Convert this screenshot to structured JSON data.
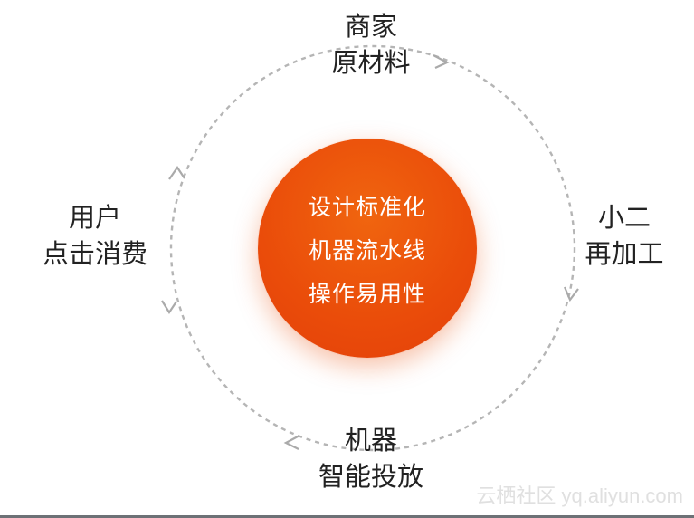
{
  "nodes": {
    "top": {
      "line1": "商家",
      "line2": "原材料"
    },
    "right": {
      "line1": "小二",
      "line2": "再加工"
    },
    "bottom": {
      "line1": "机器",
      "line2": "智能投放"
    },
    "left": {
      "line1": "用户",
      "line2": "点击消费"
    }
  },
  "center": {
    "lines": [
      "设计标准化",
      "机器流水线",
      "操作易用性"
    ]
  },
  "watermark": "云栖社区 yq.aliyun.com",
  "colors": {
    "core": "#ea4c0a",
    "ring": "#b5b5b5",
    "text": "#222222"
  },
  "icons": [
    "arrowhead-top",
    "arrowhead-right",
    "arrowhead-bottom",
    "arrowhead-left"
  ]
}
